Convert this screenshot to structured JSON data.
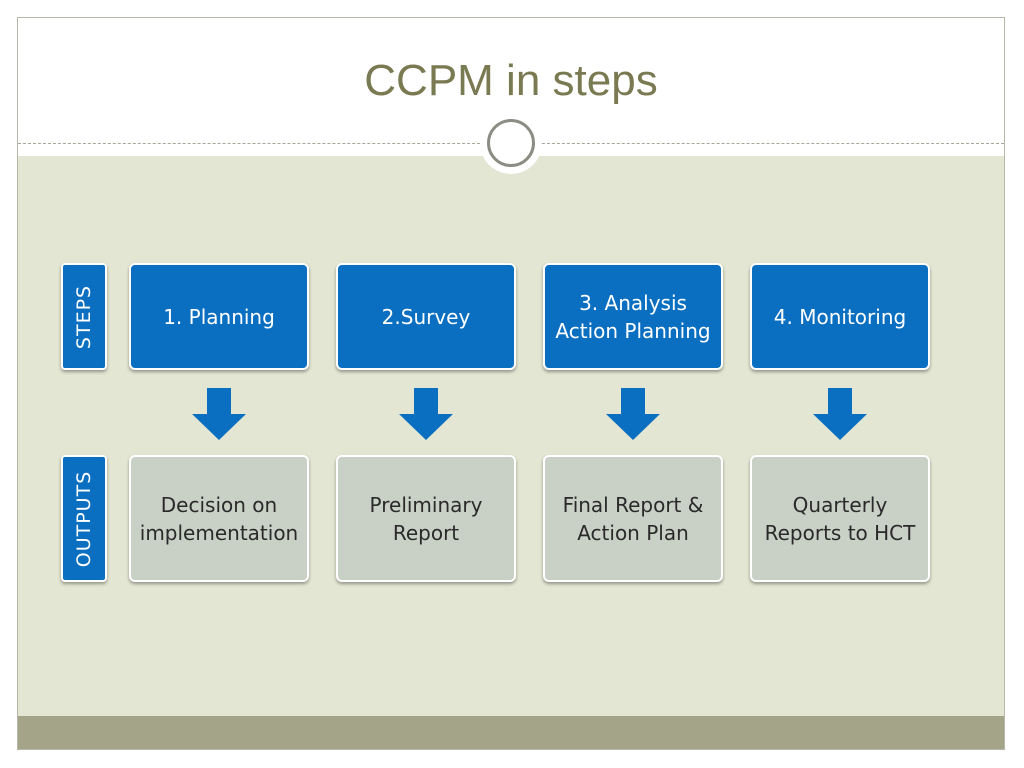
{
  "title": "CCPM in steps",
  "labels": {
    "steps": "STEPS",
    "outputs": "OUTPUTS"
  },
  "steps": [
    {
      "label": "1. Planning"
    },
    {
      "label": "2.Survey"
    },
    {
      "label": "3. Analysis\nAction Planning"
    },
    {
      "label": "4. Monitoring"
    }
  ],
  "outputs": [
    {
      "label": "Decision on\nimplementation"
    },
    {
      "label": "Preliminary\nReport"
    },
    {
      "label": "Final Report &\nAction Plan"
    },
    {
      "label": "Quarterly\nReports to HCT"
    }
  ],
  "colors": {
    "step_fill": "#0a6fc0",
    "output_fill": "#c9d0c5",
    "arrow_fill": "#0a6fc0",
    "title_color": "#7a7a52",
    "background": "#e2e6d2"
  }
}
